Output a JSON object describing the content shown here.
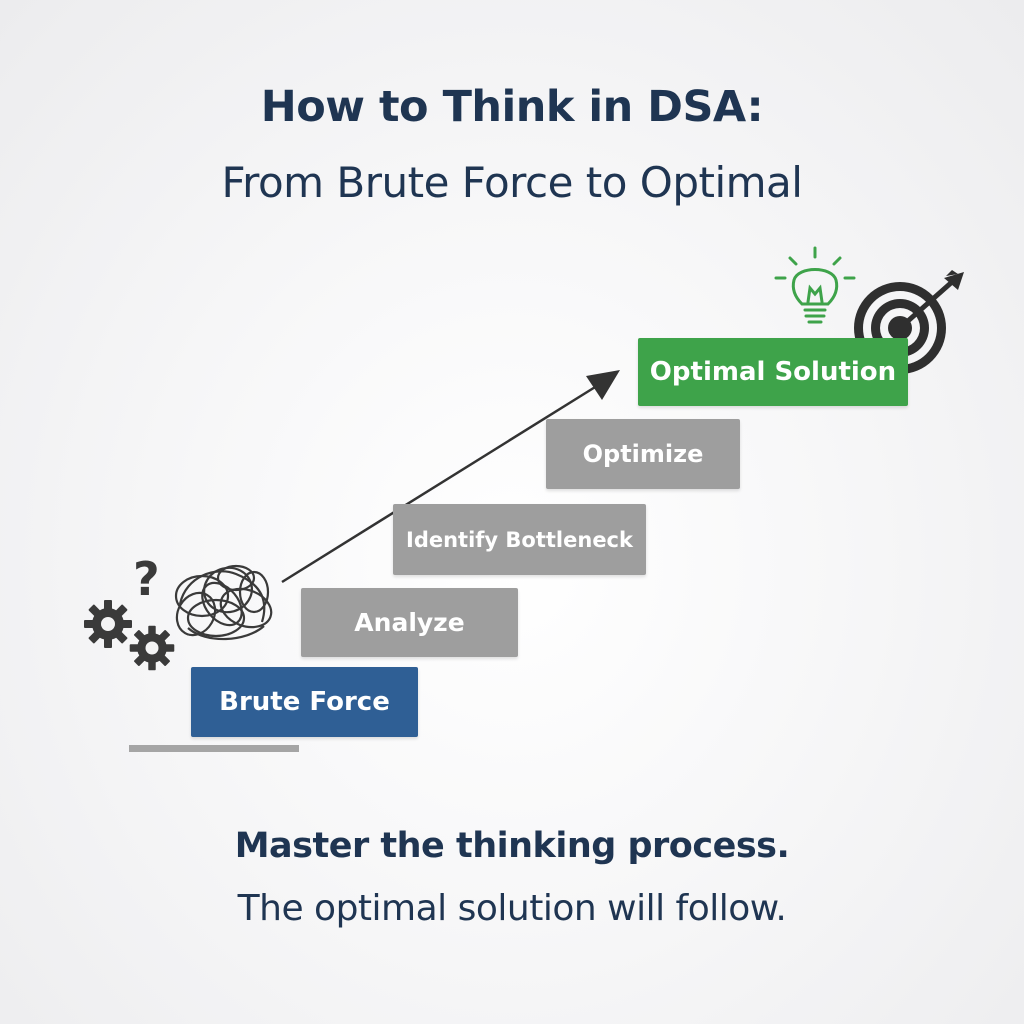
{
  "header": {
    "title": "How to Think in DSA:",
    "subtitle": "From Brute Force to Optimal"
  },
  "steps": [
    {
      "label": "Brute Force",
      "color": "#2f5f95"
    },
    {
      "label": "Analyze",
      "color": "#9e9e9e"
    },
    {
      "label": "Identify Bottleneck",
      "color": "#9e9e9e"
    },
    {
      "label": "Optimize",
      "color": "#9e9e9e"
    },
    {
      "label": "Optimal Solution",
      "color": "#3ea34a"
    }
  ],
  "icons": {
    "left": [
      "gear-icon",
      "question-mark-icon",
      "tangled-thoughts-icon"
    ],
    "question_glyph": "?",
    "right": [
      "lightbulb-icon",
      "target-icon"
    ],
    "arrow": "growth-arrow-icon"
  },
  "footer": {
    "line1": "Master the thinking process.",
    "line2": "The optimal solution will follow."
  }
}
